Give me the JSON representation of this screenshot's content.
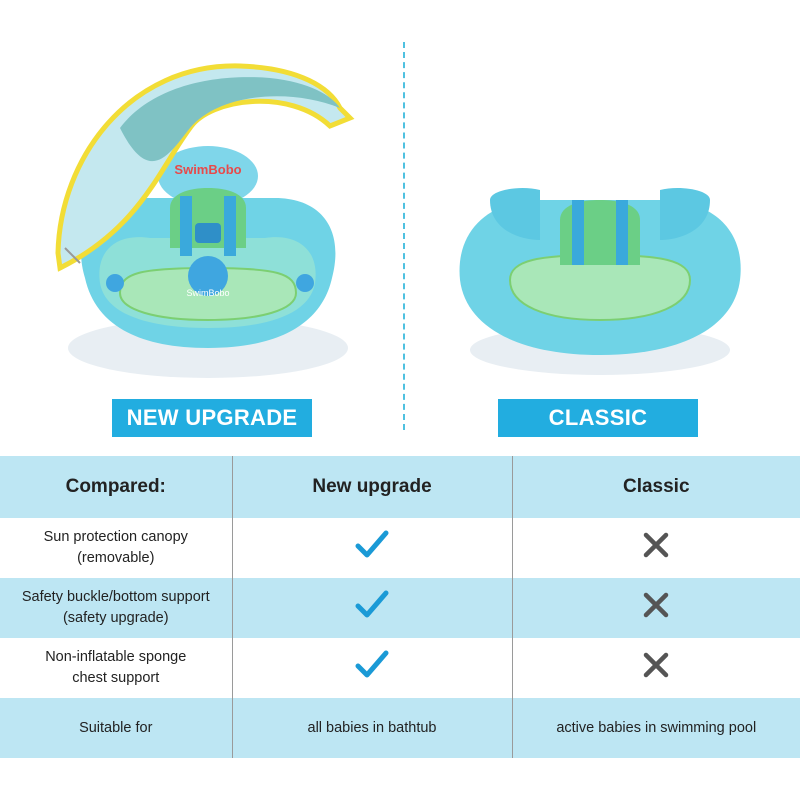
{
  "products": {
    "new": {
      "label": "NEW UPGRADE",
      "brand_text": "SwimBobo",
      "logo_text": "SwimBobo"
    },
    "classic": {
      "label": "CLASSIC"
    }
  },
  "table": {
    "header": {
      "col1": "Compared:",
      "col2": "New upgrade",
      "col3": "Classic"
    },
    "rows": [
      {
        "feature_line1": "Sun protection canopy",
        "feature_line2": "(removable)",
        "new": "check-icon",
        "classic": "cross-icon"
      },
      {
        "feature_line1": "Safety buckle/bottom support",
        "feature_line2": "(safety upgrade)",
        "new": "check-icon",
        "classic": "cross-icon"
      },
      {
        "feature_line1": "Non-inflatable sponge",
        "feature_line2": "chest support",
        "new": "check-icon",
        "classic": "cross-icon"
      }
    ],
    "suitable": {
      "label": "Suitable for",
      "new": "all babies in bathtub",
      "classic": "active babies in swimming pool"
    }
  },
  "colors": {
    "accent": "#22ade0",
    "band": "#bde6f3",
    "check": "#1a9ad6",
    "cross": "#555555"
  }
}
